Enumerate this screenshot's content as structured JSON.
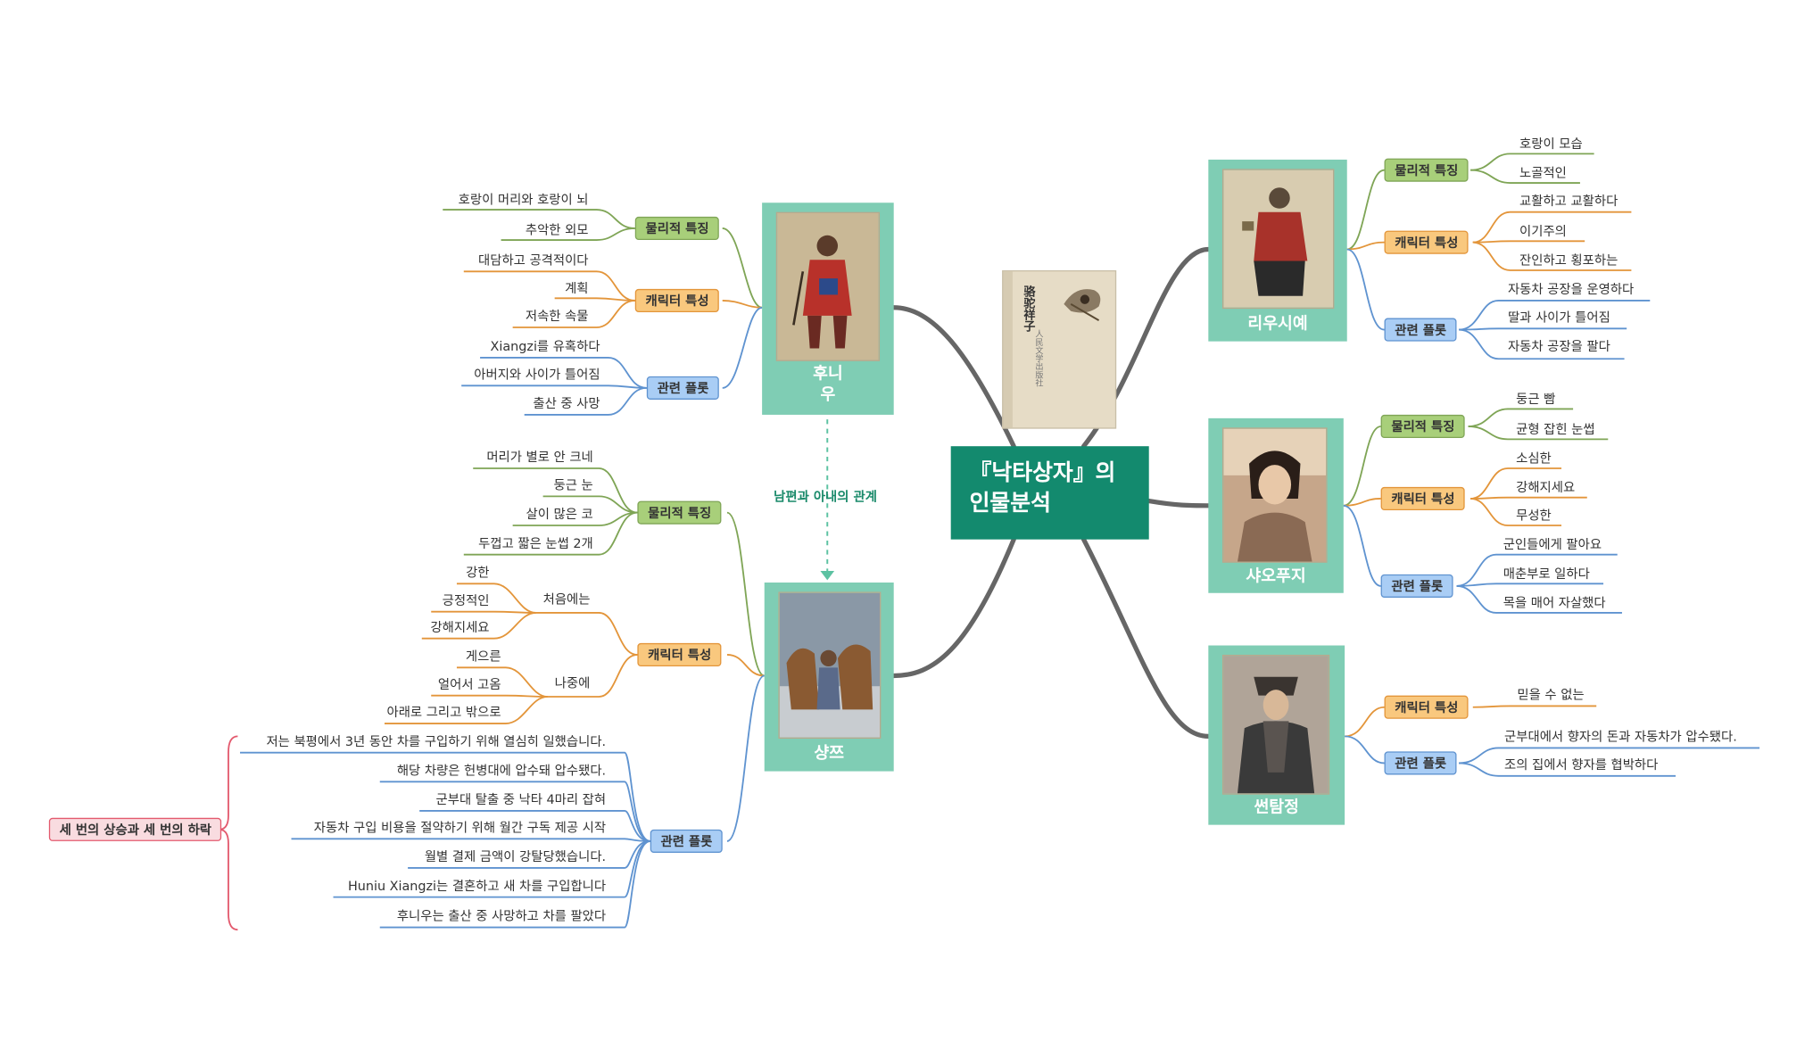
{
  "colors": {
    "central_bg": "#138a6e",
    "card_bg": "#7fcdb4",
    "physical": "#7fa556",
    "character": "#e3953a",
    "plot": "#5f93d0",
    "highlight": "#e35a6e",
    "trunk": "#666666"
  },
  "central": {
    "line1": "『낙타상자』의",
    "line2": "인물분석"
  },
  "book": {
    "title": "骆驼祥子",
    "publisher": "人民文学出版社"
  },
  "relation_label": "남편과 아내의 관계",
  "characters": {
    "huniu": {
      "name_line1": "후니",
      "name_line2": "우",
      "physical": {
        "label": "물리적 특징",
        "items": [
          "호랑이 머리와 호랑이 뇌",
          "추악한 외모"
        ]
      },
      "character": {
        "label": "캐릭터 특성",
        "items": [
          "대담하고 공격적이다",
          "계획",
          "저속한 속물"
        ]
      },
      "plot": {
        "label": "관련 플롯",
        "items": [
          "Xiangzi를 유혹하다",
          "아버지와 사이가 틀어짐",
          "출산 중 사망"
        ]
      }
    },
    "xiangzi": {
      "name": "샹쯔",
      "physical": {
        "label": "물리적 특징",
        "items": [
          "머리가 별로 안 크네",
          "둥근 눈",
          "살이 많은 코",
          "두껍고 짧은 눈썹 2개"
        ]
      },
      "character": {
        "label": "캐릭터 특성",
        "early": {
          "label": "처음에는",
          "items": [
            "강한",
            "긍정적인",
            "강해지세요"
          ]
        },
        "later": {
          "label": "나중에",
          "items": [
            "게으른",
            "얼어서 고옴",
            "아래로 그리고 밖으로"
          ]
        }
      },
      "plot": {
        "label": "관련 플롯",
        "items": [
          "저는 북평에서 3년 동안 차를 구입하기 위해 열심히 일했습니다.",
          "해당 차량은 헌병대에 압수돼 압수됐다.",
          "군부대 탈출 중 낙타 4마리 잡혀",
          "자동차 구입 비용을 절약하기 위해 월간 구독 제공 시작",
          "월별 결제 금액이 강탈당했습니다.",
          "Huniu Xiangzi는 결혼하고 새 차를 구입합니다",
          "후니우는 출산 중 사망하고 차를 팔았다"
        ],
        "summary": "세 번의 상승과 세 번의 하락"
      }
    },
    "liusiye": {
      "name": "리우시예",
      "physical": {
        "label": "물리적 특징",
        "items": [
          "호랑이 모습",
          "노골적인"
        ]
      },
      "character": {
        "label": "캐릭터 특성",
        "items": [
          "교활하고 교활하다",
          "이기주의",
          "잔인하고 횡포하는"
        ]
      },
      "plot": {
        "label": "관련 플롯",
        "items": [
          "자동차 공장을 운영하다",
          "딸과 사이가 틀어짐",
          "자동차 공장을 팔다"
        ]
      }
    },
    "xiaofuzi": {
      "name": "샤오푸지",
      "physical": {
        "label": "물리적 특징",
        "items": [
          "둥근 빰",
          "균형 잡힌 눈썹"
        ]
      },
      "character": {
        "label": "캐릭터 특성",
        "items": [
          "소심한",
          "강해지세요",
          "무성한"
        ]
      },
      "plot": {
        "label": "관련 플롯",
        "items": [
          "군인들에게 팔아요",
          "매춘부로 일하다",
          "목을 매어 자살했다"
        ]
      }
    },
    "suntanzheng": {
      "name": "썬탐정",
      "character": {
        "label": "캐릭터 특성",
        "items": [
          "믿을 수 없는"
        ]
      },
      "plot": {
        "label": "관련 플롯",
        "items": [
          "군부대에서 향자의 돈과 자동차가 압수됐다.",
          "조의 집에서 향자를 협박하다"
        ]
      }
    }
  }
}
